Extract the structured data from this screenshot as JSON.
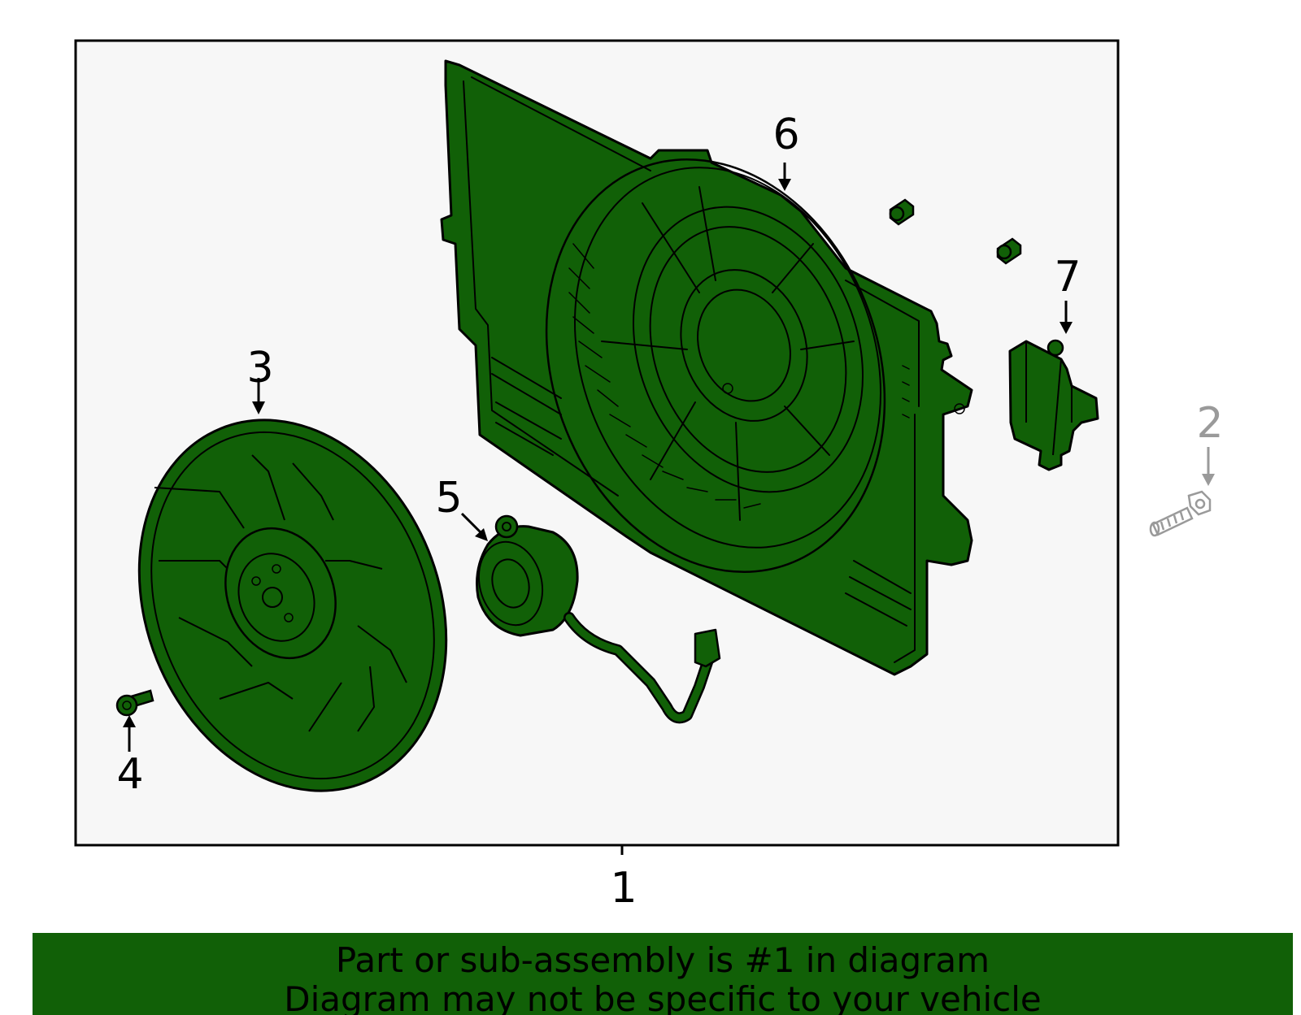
{
  "callouts": {
    "c1": "1",
    "c2": "2",
    "c3": "3",
    "c4": "4",
    "c5": "5",
    "c6": "6",
    "c7": "7"
  },
  "footer": {
    "line1": "Part or sub-assembly is #1 in diagram",
    "line2": "Diagram may not be specific to your vehicle"
  },
  "colors": {
    "part_fill": "#116007",
    "footer_bg": "#116007",
    "box_bg": "#f7f7f7",
    "stroke": "#000000",
    "muted": "#9a9a9a"
  },
  "icons": {
    "fan_blade": "fan-blade-icon",
    "shroud": "fan-shroud-icon",
    "motor": "fan-motor-icon",
    "resistor": "resistor-module-icon",
    "bolt": "bolt-icon",
    "screw": "screw-icon",
    "clip": "clip-icon"
  }
}
